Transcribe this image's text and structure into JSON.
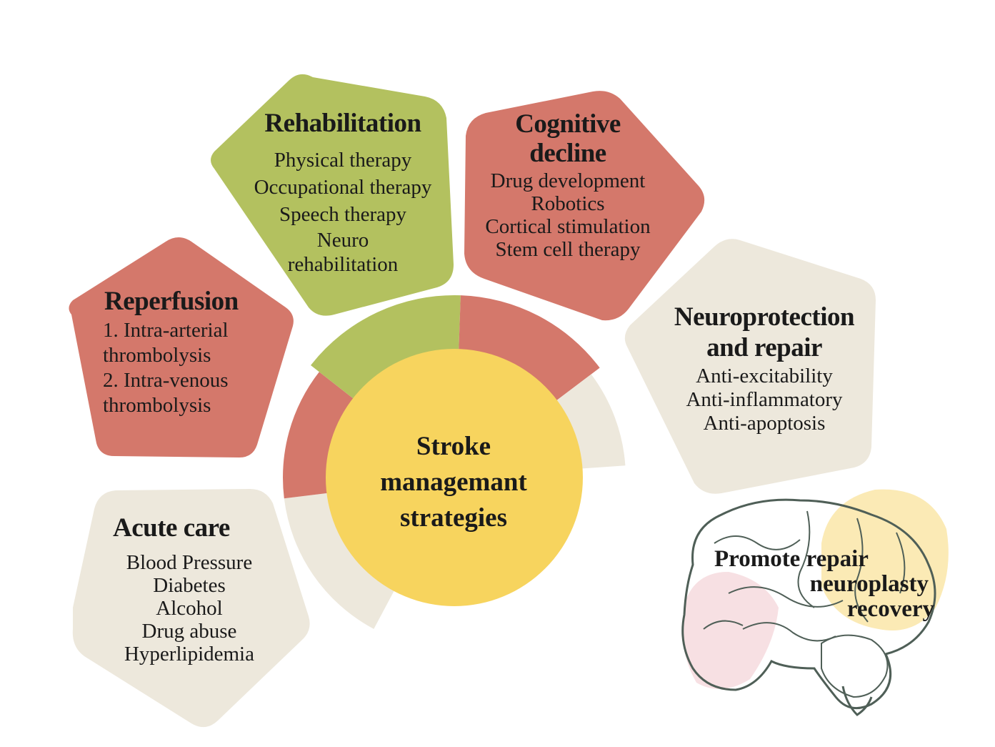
{
  "center": {
    "lines": [
      "Stroke",
      "managemant",
      "strategies"
    ]
  },
  "boxes": {
    "rehabilitation": {
      "title": "Rehabilitation",
      "items": [
        "Physical therapy",
        "Occupational therapy",
        "Speech therapy",
        "Neuro",
        "rehabilitation"
      ]
    },
    "cognitive": {
      "title_lines": [
        "Cognitive",
        "decline"
      ],
      "items": [
        "Drug development",
        "Robotics",
        "Cortical stimulation",
        "Stem cell therapy"
      ]
    },
    "reperfusion": {
      "title": "Reperfusion",
      "items": [
        "1. Intra-arterial",
        "thrombolysis",
        "2. Intra-venous",
        "thrombolysis"
      ]
    },
    "neuroprotection": {
      "title_lines": [
        "Neuroprotection",
        "and repair"
      ],
      "items": [
        "Anti-excitability",
        "Anti-inflammatory",
        "Anti-apoptosis"
      ]
    },
    "acute": {
      "title": "Acute care",
      "items": [
        "Blood Pressure",
        "Diabetes",
        "Alcohol",
        "Drug abuse",
        "Hyperlipidemia"
      ]
    }
  },
  "brain": {
    "lines": [
      "Promote repair",
      "neuroplasty",
      "recovery"
    ]
  },
  "colors": {
    "red": "#d4786b",
    "green": "#b3c15f",
    "beige": "#ede8dc",
    "yellow": "#f7d45e",
    "brain_outline": "#4f5f57",
    "brain_pink": "#f6dde0",
    "brain_yellow": "#fbeab5"
  }
}
